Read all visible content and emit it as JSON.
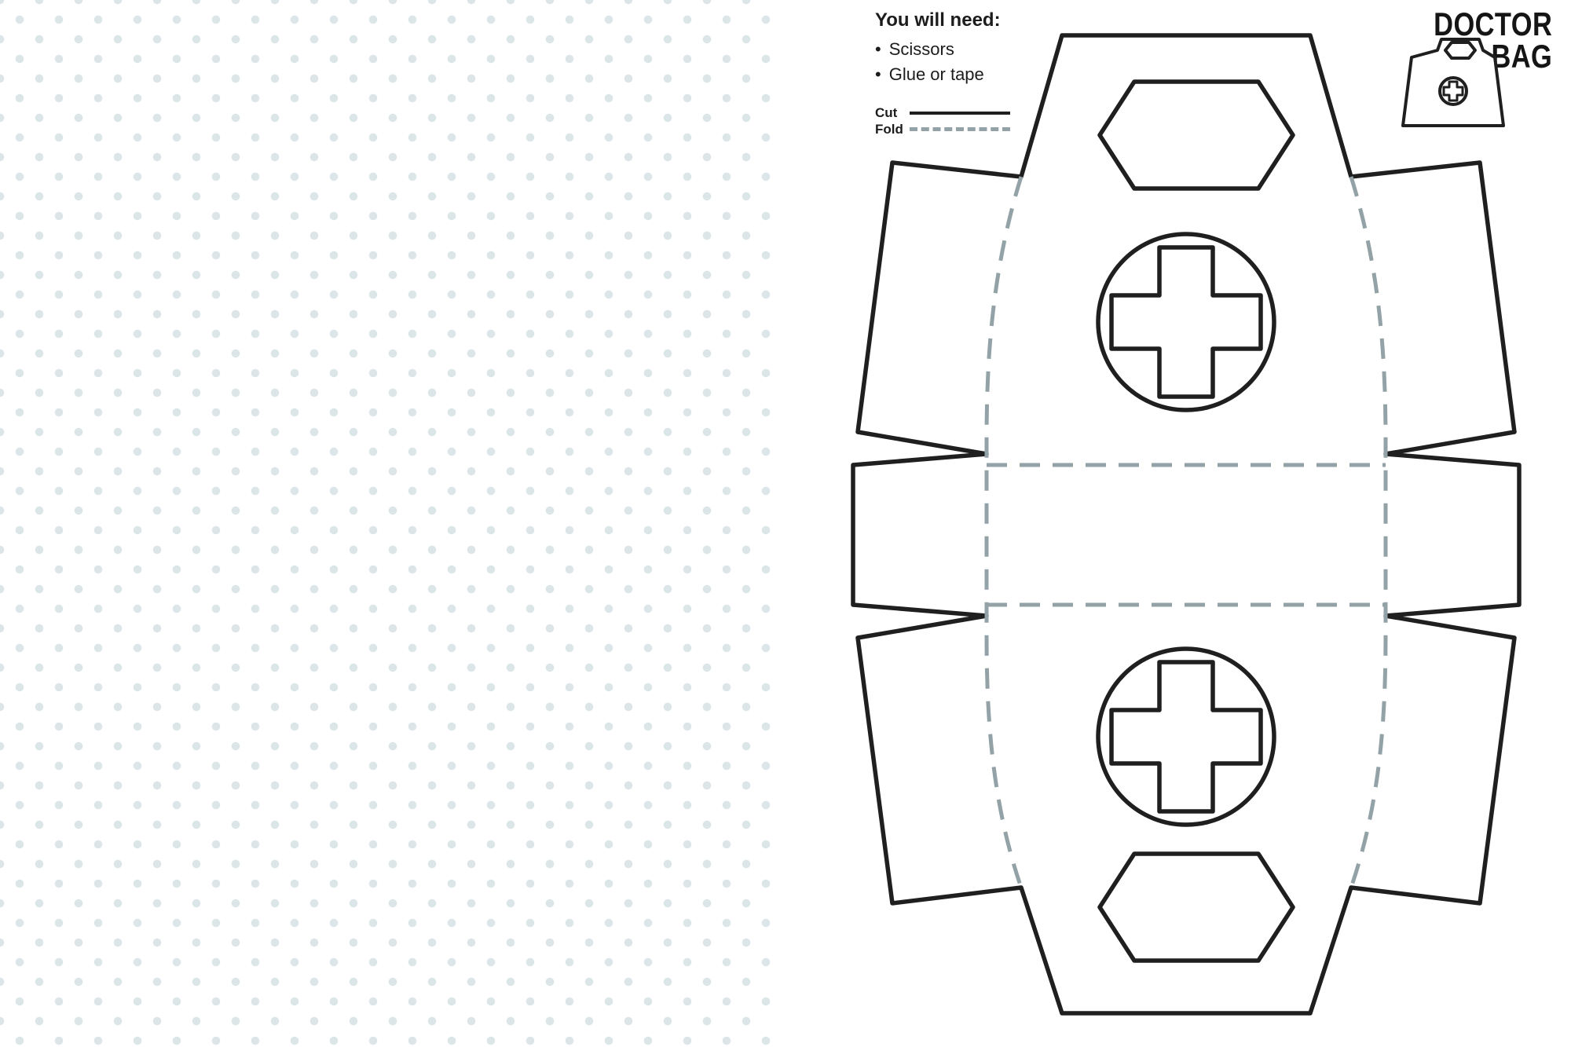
{
  "title": {
    "line1": "DOCTOR",
    "line2": "BAG"
  },
  "materials": {
    "heading": "You will need:",
    "bullet": "•",
    "items": [
      "Scissors",
      "Glue or tape"
    ]
  },
  "legend": {
    "cut": "Cut",
    "fold": "Fold"
  },
  "colors": {
    "outline": "#1f1f1f",
    "fold_line": "#93a2a7",
    "dots": "#dce5e8",
    "text": "#1c1c1c"
  }
}
